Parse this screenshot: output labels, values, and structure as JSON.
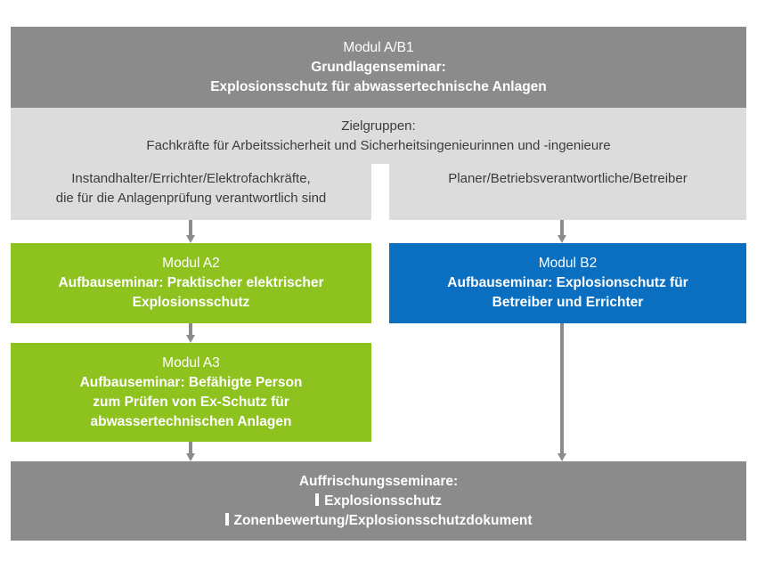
{
  "modul_ab1": {
    "line1": "Modul A/B1",
    "line2": "Grundlagenseminar:",
    "line3": "Explosionsschutz für abwassertechnische Anlagen"
  },
  "zielgruppen": {
    "title": "Zielgruppen:",
    "desc": "Fachkräfte für Arbeitssicherheit und Sicherheitsingenieurinnen und -ingenieure",
    "left_line1": "Instandhalter/Errichter/Elektrofachkräfte,",
    "left_line2": "die für die Anlagenprüfung verantwortlich sind",
    "right": "Planer/Betriebsverantwortliche/Betreiber"
  },
  "modul_a2": {
    "line1": "Modul A2",
    "line2": "Aufbauseminar: Praktischer elektrischer",
    "line3": "Explosionsschutz"
  },
  "modul_b2": {
    "line1": "Modul B2",
    "line2": "Aufbauseminar: Explosionschutz für",
    "line3": "Betreiber und Errichter"
  },
  "modul_a3": {
    "line1": "Modul A3",
    "line2": "Aufbauseminar: Befähigte Person",
    "line3": "zum Prüfen von Ex-Schutz für",
    "line4": "abwassertechnischen Anlagen"
  },
  "auffrischung": {
    "title": "Auffrischungsseminare:",
    "items": [
      "Explosionsschutz",
      "Zonenbewertung/Explosionsschutzdokument"
    ]
  },
  "colors": {
    "dark_gray": "#8b8b8b",
    "light_gray": "#dcdcdc",
    "green": "#8dc21f",
    "blue": "#0a6fc0"
  }
}
